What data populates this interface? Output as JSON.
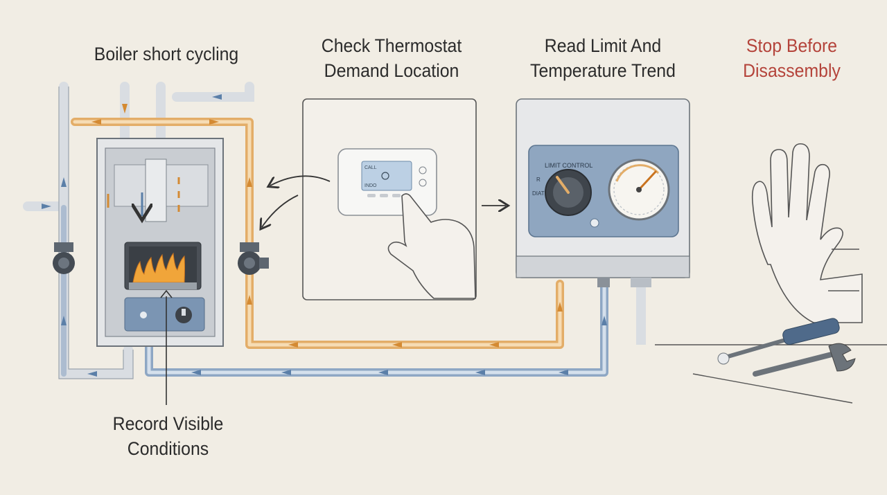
{
  "labels": {
    "boiler": "Boiler short cycling",
    "thermostat_line1": "Check Thermostat",
    "thermostat_line2": "Demand Location",
    "limit_line1": "Read Limit And",
    "limit_line2": "Temperature Trend",
    "stop_line1": "Stop Before",
    "stop_line2": "Disassembly",
    "record_line1": "Record Visible",
    "record_line2": "Conditions"
  },
  "thermostat": {
    "mode_top": "CALL",
    "mode_bottom": "INDO"
  },
  "limit_panel": {
    "title": "LIMIT CONTROL",
    "dial_left": "R",
    "dial_bottom": "DIAT"
  },
  "colors": {
    "background": "#f1ede4",
    "hot_pipe": "#e3ad68",
    "cold_pipe": "#8ea7c4",
    "panel_blue": "#8fa6c0",
    "stop_red": "#b4433a",
    "flame": "#f0a53a"
  },
  "icons": [
    "boiler-icon",
    "flame-icon",
    "pump-icon",
    "thermostat-icon",
    "pointing-hand-icon",
    "limit-dial-icon",
    "temperature-gauge-icon",
    "stop-hand-icon",
    "screwdriver-icon",
    "wrench-icon"
  ]
}
